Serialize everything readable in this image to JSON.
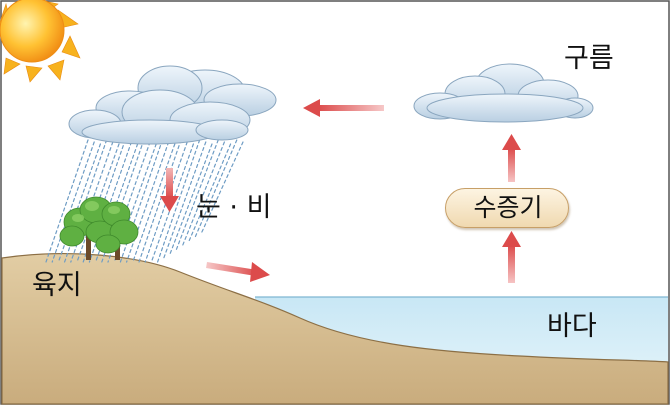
{
  "labels": {
    "cloud": "구름",
    "precipitation": "눈 · 비",
    "land": "육지",
    "sea": "바다",
    "vapor": "수증기"
  },
  "colors": {
    "sky": "#ffffff",
    "land": "#d9c39a",
    "sea": "#bfe1f0",
    "arrow": "#e05a5a",
    "cloud": "#d7e8f4",
    "sun": "#f5a623",
    "tree": "#59ad3f",
    "rain": "#6e9cc4"
  },
  "icons": {
    "sun": "sun-icon",
    "tree": "tree-icon",
    "rain": "rain-icon",
    "cloud": "cloud-icon"
  }
}
